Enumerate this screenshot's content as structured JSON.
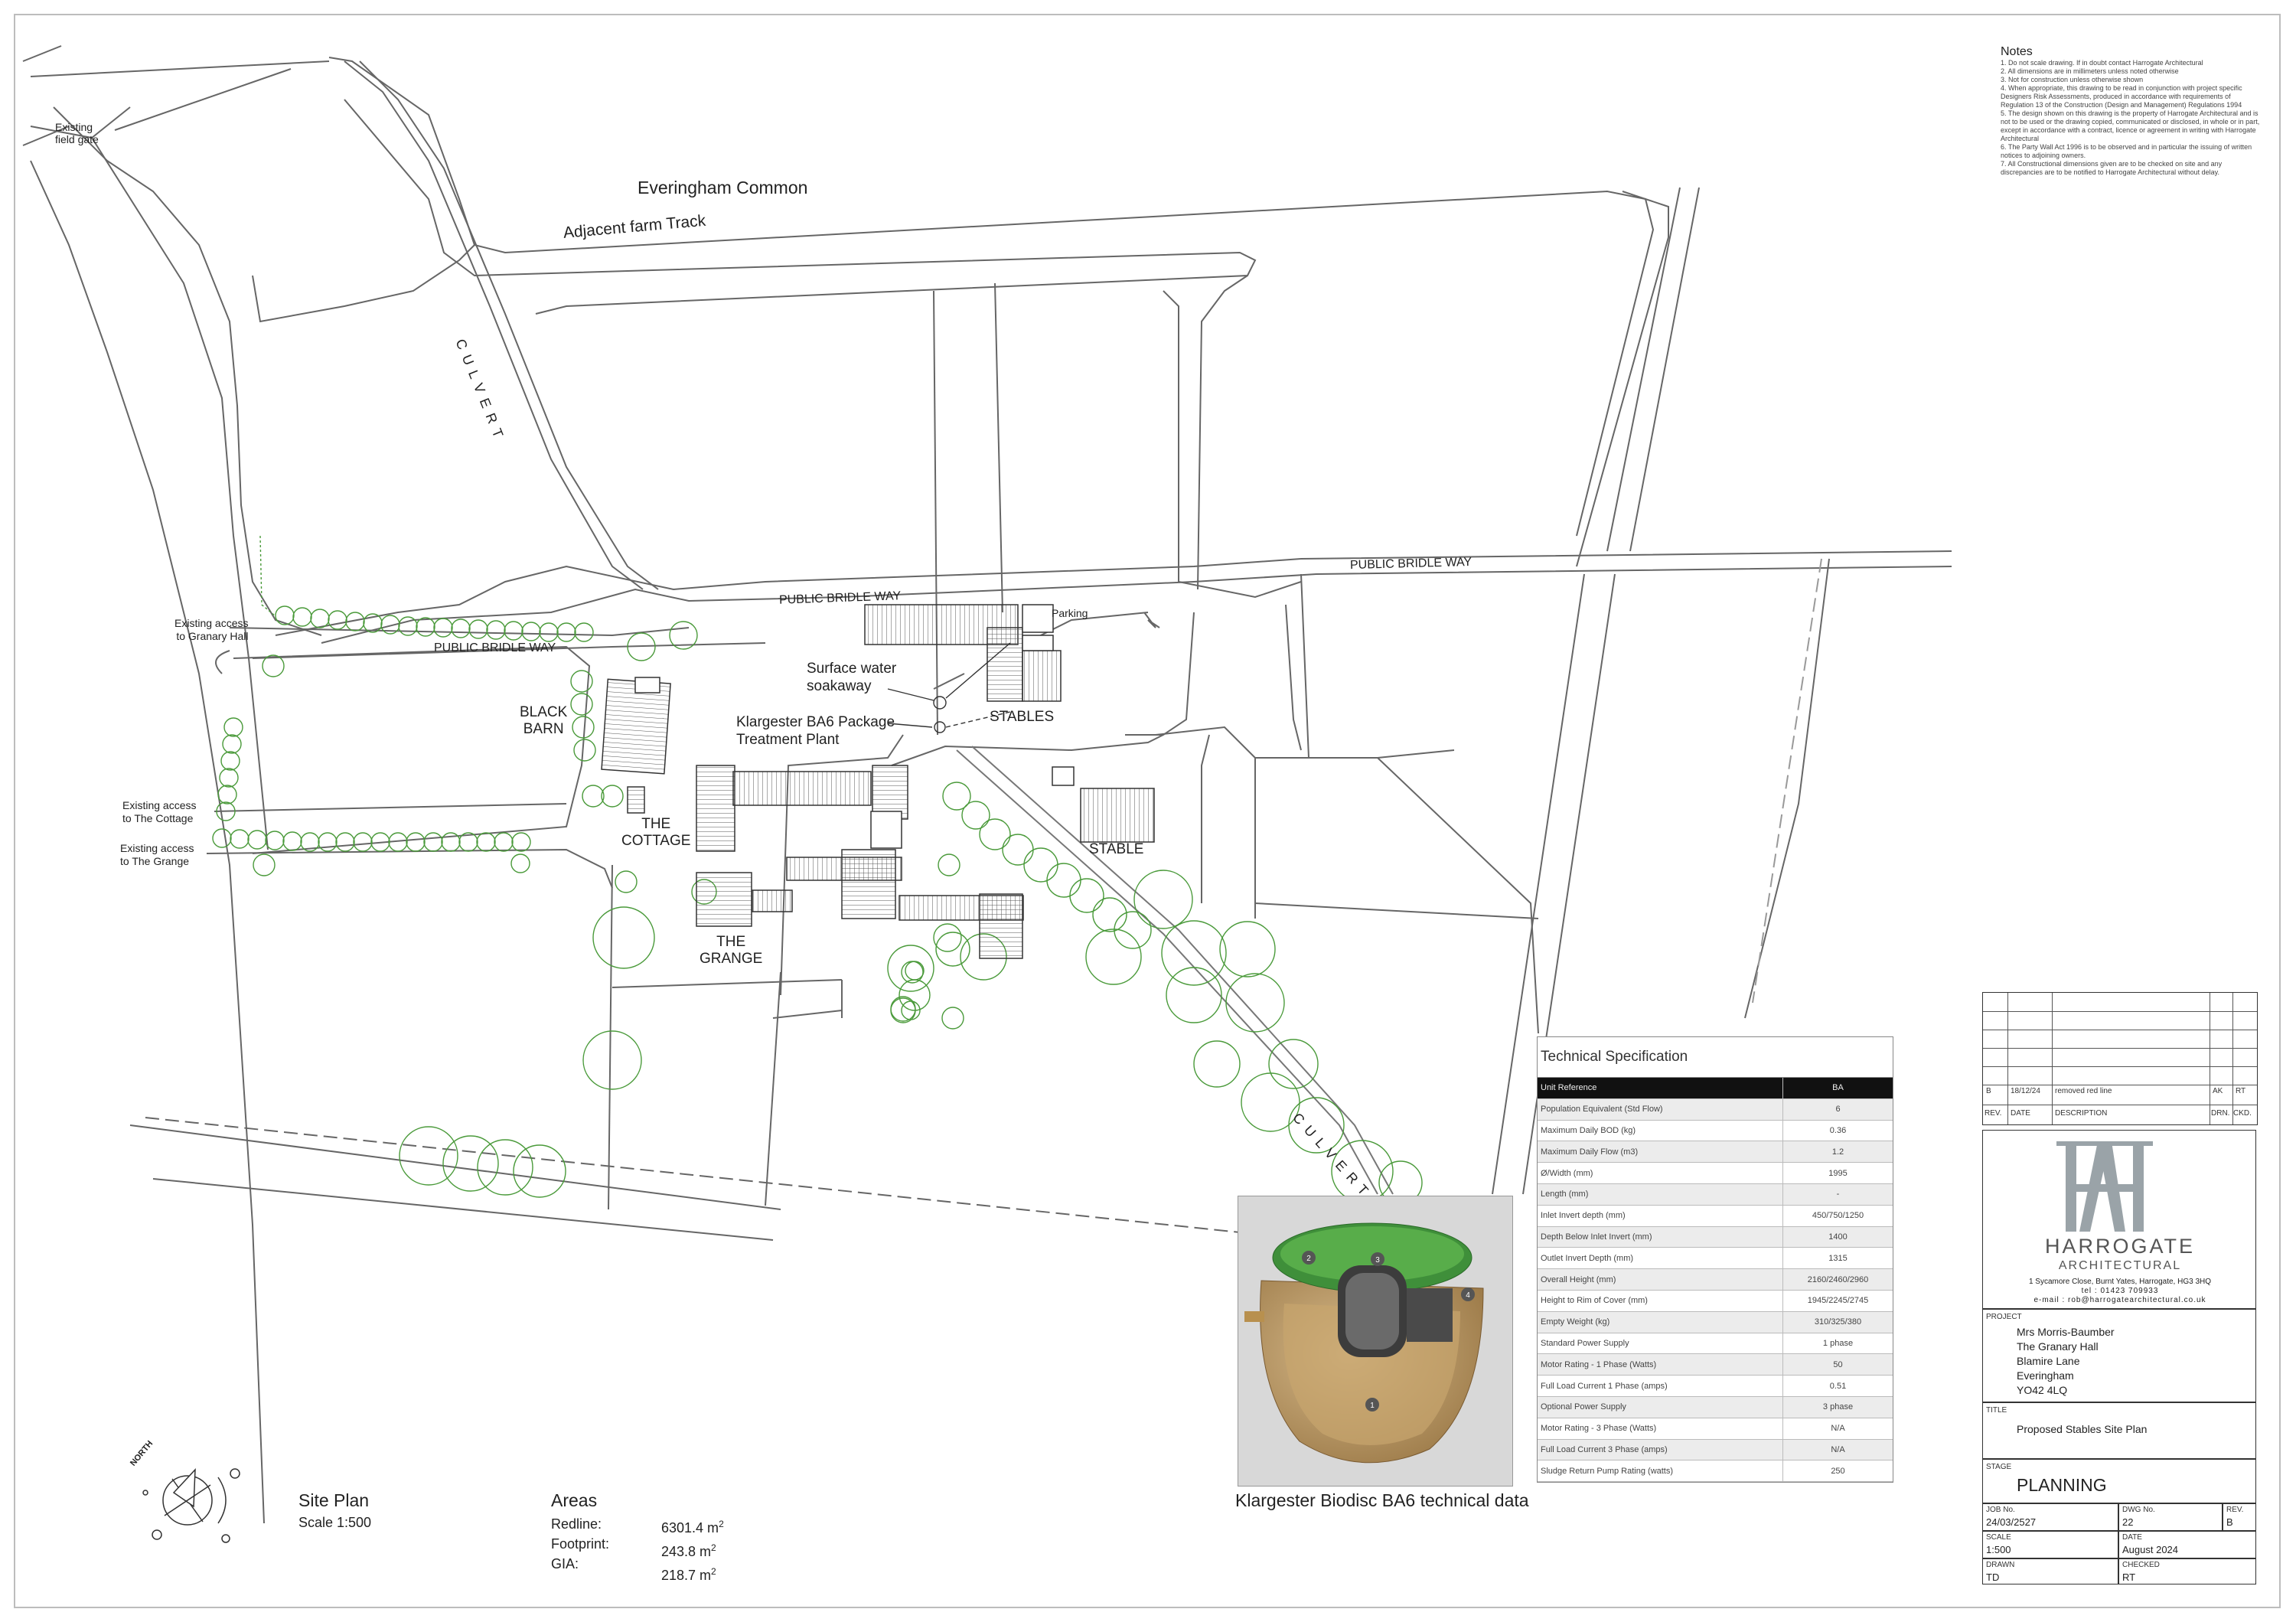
{
  "labels": {
    "everingham_common": "Everingham Common",
    "adjacent_farm_track": "Adjacent farm Track",
    "culvert": "C U L V E R T",
    "culvert_lower": "C U L V E R T",
    "existing_field_gate": [
      "Existing",
      "field gate"
    ],
    "public_bridle_way": "PUBLIC BRIDLE WAY",
    "parking": "Parking",
    "existing_access_granary": [
      "Existing access",
      "to Granary Hall"
    ],
    "existing_access_cottage": [
      "Existing access",
      "to The Cottage"
    ],
    "existing_access_grange": [
      "Existing access",
      "to The Grange"
    ],
    "surface_water": [
      "Surface water",
      "soakaway"
    ],
    "klargester_plant": [
      "Klargester BA6 Package",
      "Treatment Plant"
    ],
    "stables": "STABLES",
    "stable": "STABLE",
    "black_barn": [
      "BLACK",
      "BARN"
    ],
    "the_cottage": [
      "THE",
      "COTTAGE"
    ],
    "the_grange": [
      "THE",
      "GRANGE"
    ]
  },
  "notes": {
    "title": "Notes",
    "items": [
      "1. Do not scale drawing. If in doubt contact Harrogate Architectural",
      "2. All dimensions are in millimeters unless noted otherwise",
      "3. Not for construction unless otherwise shown",
      "4. When appropriate, this drawing to be read in conjunction with project specific Designers Risk Assessments, produced in accordance with requirements of Regulation 13 of the Construction (Design and Management) Regulations 1994",
      "5. The design shown on this drawing is the property of Harrogate Architectural and is not to be used or the drawing copied, communicated or disclosed, in whole or in part, except in accordance with a contract, licence or agreement in writing with Harrogate Architectural",
      "6. The Party Wall Act 1996 is to be observed and in particular the issuing of written notices to adjoining owners.",
      "7. All Constructional dimensions given are to be checked on site and any discrepancies are to be notified to Harrogate Architectural without delay."
    ]
  },
  "spec": {
    "title": "Technical Specification",
    "rows": [
      [
        "Unit Reference",
        "BA"
      ],
      [
        "Population Equivalent (Std Flow)",
        "6"
      ],
      [
        "Maximum Daily BOD (kg)",
        "0.36"
      ],
      [
        "Maximum Daily Flow (m3)",
        "1.2"
      ],
      [
        "Ø/Width (mm)",
        "1995"
      ],
      [
        "Length (mm)",
        "-"
      ],
      [
        "Inlet Invert depth (mm)",
        "450/750/1250"
      ],
      [
        "Depth Below Inlet Invert (mm)",
        "1400"
      ],
      [
        "Outlet Invert Depth (mm)",
        "1315"
      ],
      [
        "Overall Height (mm)",
        "2160/2460/2960"
      ],
      [
        "Height to Rim of Cover (mm)",
        "1945/2245/2745"
      ],
      [
        "Empty Weight (kg)",
        "310/325/380"
      ],
      [
        "Standard Power Supply",
        "1 phase"
      ],
      [
        "Motor Rating - 1 Phase (Watts)",
        "50"
      ],
      [
        "Full Load Current 1 Phase (amps)",
        "0.51"
      ],
      [
        "Optional Power Supply",
        "3 phase"
      ],
      [
        "Motor Rating - 3 Phase (Watts)",
        "N/A"
      ],
      [
        "Full Load Current 3 Phase (amps)",
        "N/A"
      ],
      [
        "Sludge Return Pump Rating (watts)",
        "250"
      ]
    ]
  },
  "product": {
    "caption": "Klargester Biodisc BA6 technical data",
    "callouts": [
      "1",
      "2",
      "3",
      "4"
    ]
  },
  "site_plan": {
    "title": "Site Plan",
    "scale": "Scale 1:500"
  },
  "compass": {
    "label": "NORTH"
  },
  "areas": {
    "title": "Areas",
    "rows": [
      {
        "label": "Redline:",
        "value": "6301.4 m",
        "sup": "2"
      },
      {
        "label": "Footprint:",
        "value": "243.8 m",
        "sup": "2"
      },
      {
        "label": "GIA:",
        "value": "218.7 m",
        "sup": "2"
      }
    ]
  },
  "title_block": {
    "revision": {
      "rev": "B",
      "date": "18/12/24",
      "description": "removed red line",
      "drn": "AK",
      "ckd": "RT",
      "headers": [
        "REV.",
        "DATE",
        "DESCRIPTION",
        "DRN.",
        "CKD."
      ]
    },
    "company": {
      "name": "HARROGATE",
      "sub": "ARCHITECTURAL",
      "address": "1 Sycamore Close, Burnt Yates, Harrogate, HG3 3HQ",
      "tel": "tel : 01423 709933",
      "email": "e-mail : rob@harrogatearchitectural.co.uk"
    },
    "project_label": "PROJECT",
    "project_lines": [
      "Mrs Morris-Baumber",
      "The Granary Hall",
      "Blamire Lane",
      "Everingham",
      "YO42 4LQ"
    ],
    "title_label": "TITLE",
    "title": "Proposed Stables Site Plan",
    "stage_label": "STAGE",
    "stage": "PLANNING",
    "job_no_label": "JOB No.",
    "job_no": "24/03/2527",
    "dwg_no_label": "DWG No.",
    "dwg_no": "22",
    "rev_label": "REV.",
    "rev": "B",
    "scale_label": "SCALE",
    "scale": "1:500",
    "date_label": "DATE",
    "date": "August 2024",
    "drawn_label": "DRAWN",
    "drawn": "TD",
    "checked_label": "CHECKED",
    "checked": "RT"
  }
}
